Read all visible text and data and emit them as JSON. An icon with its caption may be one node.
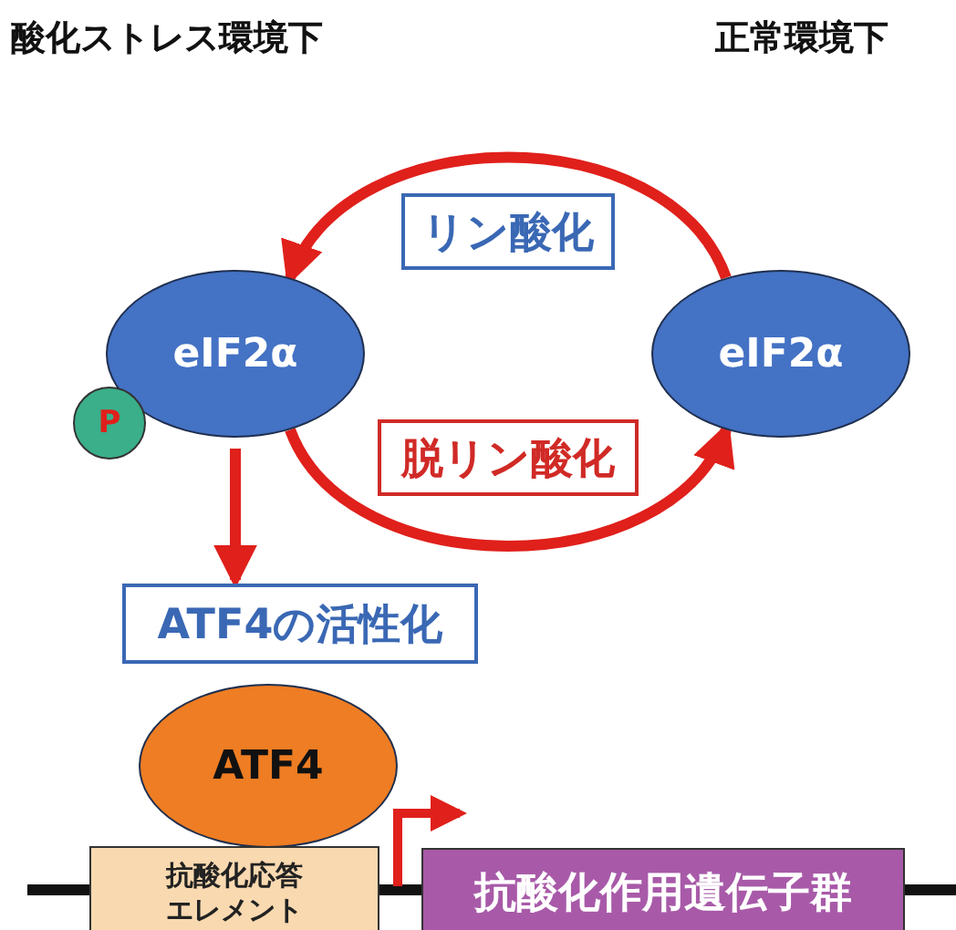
{
  "diagram": {
    "nodes": [
      {
        "text": [
          "eIF2α"
        ]
      },
      {
        "text": [
          "P"
        ]
      },
      {
        "text": [
          "eIF2α"
        ]
      },
      {
        "text": [
          "リン酸化"
        ]
      },
      {
        "text": [
          "脱リン酸化"
        ]
      },
      {
        "text": [
          "ATF4の活性化"
        ]
      },
      {
        "text": [
          "ATF4"
        ]
      },
      {
        "text": [
          "抗酸化応答エレメント"
        ]
      },
      {
        "text": [
          "抗酸化作用遺伝子群"
        ]
      }
    ],
    "edges": [
      {
        "from": 2,
        "to": 0,
        "arrow": "to"
      },
      {
        "from": 0,
        "to": 2,
        "arrow": "to"
      },
      {
        "from": 0,
        "to": 5,
        "arrow": "to"
      }
    ],
    "labels": [
      "酸化ストレス環境下",
      "正常環境下"
    ]
  }
}
